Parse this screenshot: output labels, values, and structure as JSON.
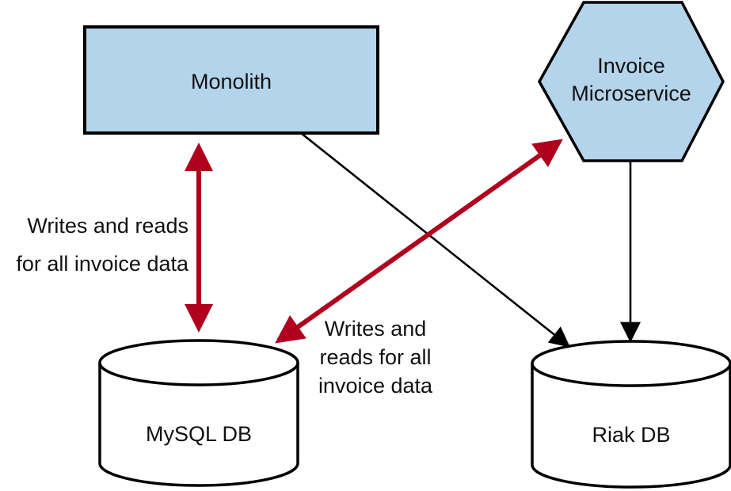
{
  "nodes": {
    "monolith": {
      "label": "Monolith",
      "fill": "#b3d4ea"
    },
    "invoice": {
      "label_lines": [
        "Invoice",
        "Microservice"
      ],
      "fill": "#b3d4ea"
    },
    "mysql": {
      "label": "MySQL DB"
    },
    "riak": {
      "label": "Riak DB"
    }
  },
  "edges": {
    "monolith_mysql": {
      "label_lines": [
        "Writes and reads",
        "for all invoice data"
      ],
      "color": "#b0001e"
    },
    "invoice_mysql": {
      "label_lines": [
        "Writes and",
        "reads for all",
        "invoice data"
      ],
      "color": "#b0001e"
    },
    "monolith_riak": {
      "color": "#000000"
    },
    "invoice_riak": {
      "color": "#000000"
    }
  }
}
